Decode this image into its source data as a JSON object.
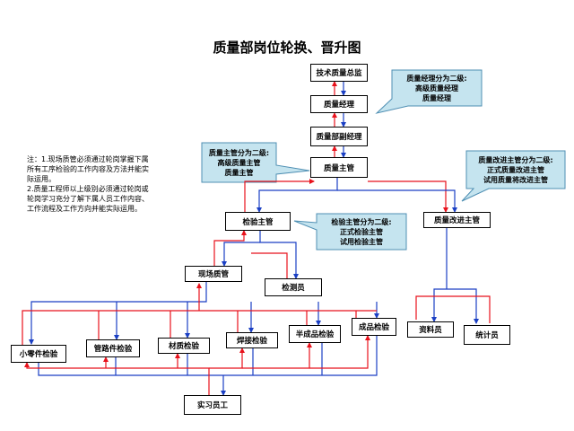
{
  "title": "质量部岗位轮换、晋升图",
  "note": [
    "注：1.现场质管必须通过轮岗掌握下属",
    "所有工序检验的工作内容及方法并能实",
    "际运用。",
    "2.质量工程师以上级别必须通过轮岗或",
    "轮岗学习充分了解下属人员工作内容、",
    "工作流程及工作方向并能实际运用。"
  ],
  "nodes": {
    "tech_director": "技术质量总监",
    "quality_manager": "质量经理",
    "deputy_manager": "质量部副经理",
    "quality_supervisor": "质量主管",
    "inspection_supervisor": "检验主管",
    "improvement_supervisor": "质量改进主管",
    "site_qc": "现场质管",
    "tester": "检测员",
    "small_parts": "小零件检验",
    "pipe_fittings": "管路件检验",
    "materials": "材质检验",
    "welding": "焊接检验",
    "semi_finished": "半成品检验",
    "finished": "成品检验",
    "data_clerk": "资料员",
    "statistician": "统计员",
    "intern": "实习员工"
  },
  "callouts": {
    "manager": [
      "质量经理分为二级:",
      "高级质量经理",
      "质量经理"
    ],
    "supervisor": [
      "质量主管分为二级:",
      "高级质量主管",
      "质量主管"
    ],
    "inspection": [
      "检验主管分为二级:",
      "正式检验主管",
      "试用检验主管"
    ],
    "improvement": [
      "质量改进主管分为二级:",
      "正式质量改进主管",
      "试用质量将改进主管"
    ]
  },
  "colors": {
    "red": "#e8121c",
    "blue": "#1a3fc4",
    "callout_fill": "#c5e4ef",
    "callout_border": "#4f8fb3"
  }
}
